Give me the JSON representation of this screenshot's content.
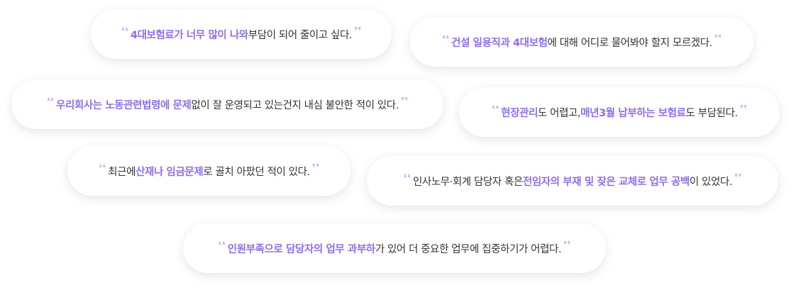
{
  "quote_marks": {
    "open": "❛❛",
    "close": "❜❜"
  },
  "colors": {
    "highlight": "#8e6ee8",
    "quote_mark": "#c9b6f7",
    "text": "#333333"
  },
  "bubbles": [
    {
      "parts": [
        {
          "text": "4대보험료가 너무 많이 나와",
          "hl": true
        },
        {
          "text": " 부담이 되어 줄이고 싶다.",
          "hl": false
        }
      ]
    },
    {
      "parts": [
        {
          "text": "건설 일용직과 4대보험",
          "hl": true
        },
        {
          "text": "에 대해 어디로 물어봐야 할지 모르겠다.",
          "hl": false
        }
      ]
    },
    {
      "parts": [
        {
          "text": "우리회사는 노동관련법령에 문제",
          "hl": true
        },
        {
          "text": "없이 잘 운영되고 있는건지 내심 불안한 적이 있다.",
          "hl": false
        }
      ]
    },
    {
      "parts": [
        {
          "text": "현장관리",
          "hl": true
        },
        {
          "text": "도 어렵고, ",
          "hl": false
        },
        {
          "text": "매년3월 납부하는 보험료",
          "hl": true
        },
        {
          "text": "도 부담된다.",
          "hl": false
        }
      ]
    },
    {
      "parts": [
        {
          "text": "최근에 ",
          "hl": false
        },
        {
          "text": "산재나 임금문제",
          "hl": true
        },
        {
          "text": "로 골치 아팠던 적이 있다.",
          "hl": false
        }
      ]
    },
    {
      "parts": [
        {
          "text": "인사노무·회계 담당자 혹은 ",
          "hl": false
        },
        {
          "text": "전임자의 부재 및 잦은 교체로 업무 공백",
          "hl": true
        },
        {
          "text": "이 있었다.",
          "hl": false
        }
      ]
    },
    {
      "parts": [
        {
          "text": "인원부족으로 담당자의 업무 과부하",
          "hl": true
        },
        {
          "text": "가 있어 더 중요한 업무에 집중하기가 어렵다.",
          "hl": false
        }
      ]
    }
  ]
}
